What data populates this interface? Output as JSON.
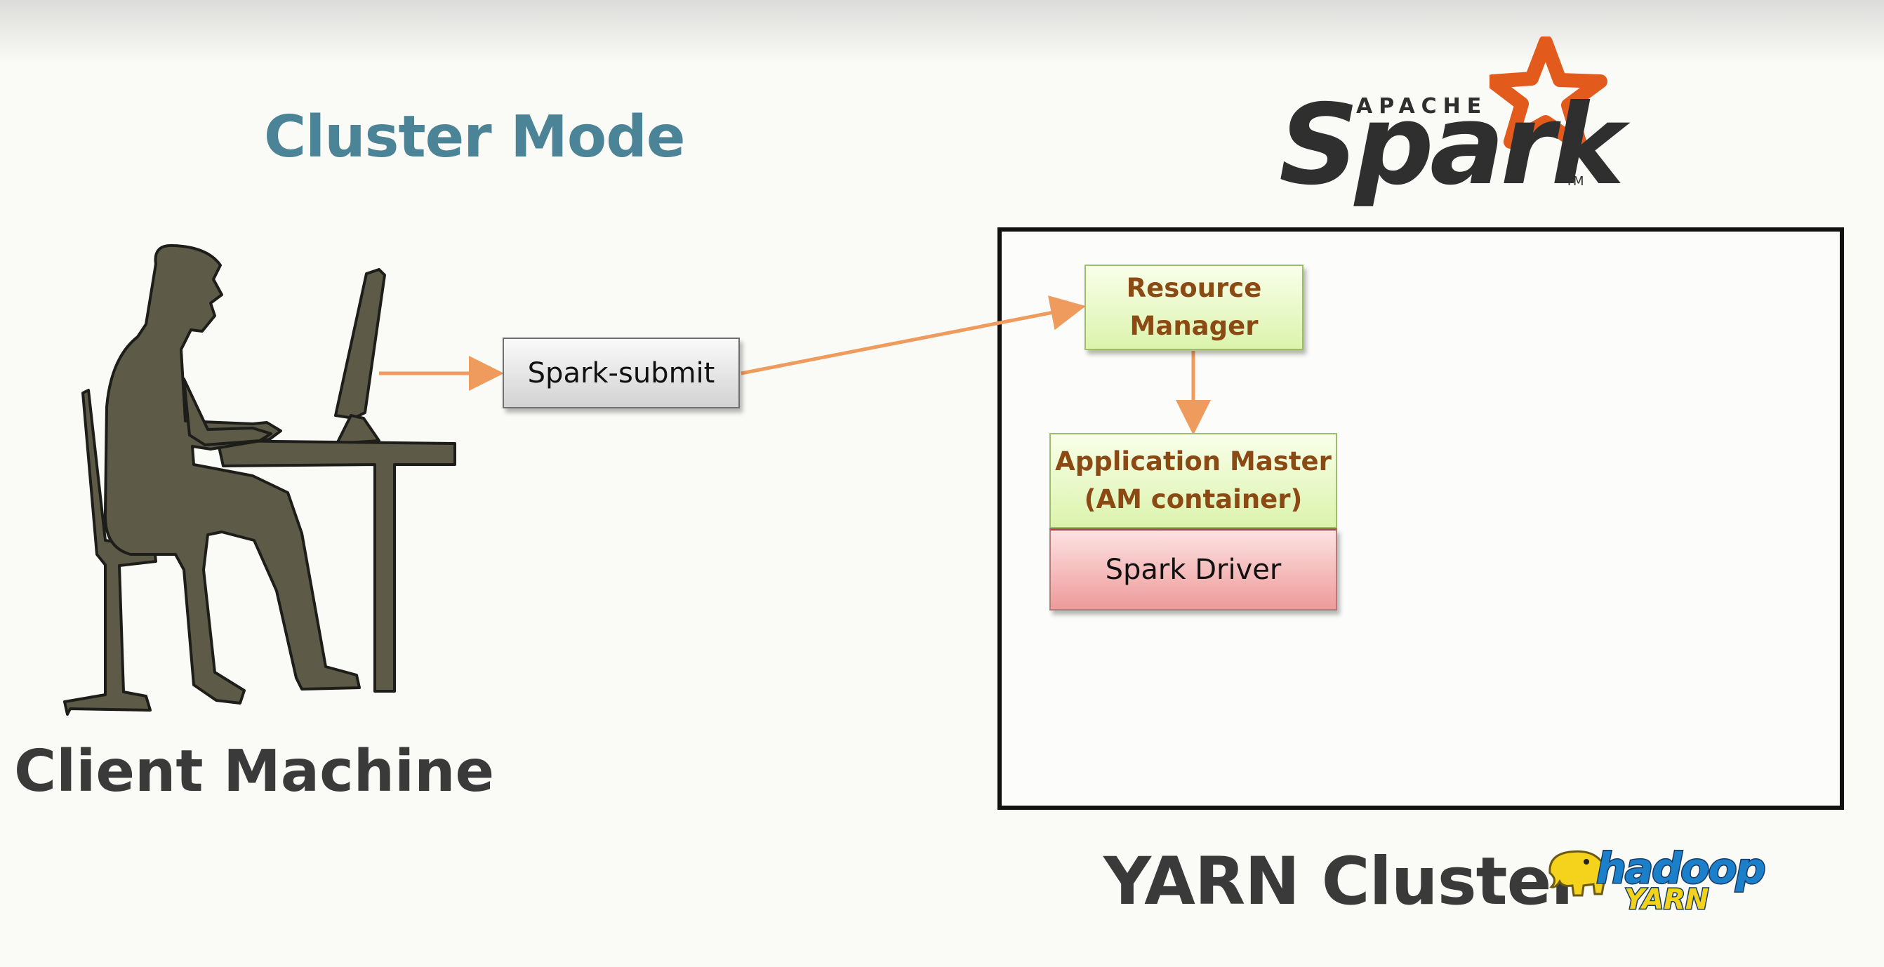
{
  "slide": {
    "title": "Cluster Mode",
    "client_caption": "Client Machine",
    "cluster_caption": "YARN Cluster"
  },
  "nodes": {
    "spark_submit": "Spark-submit",
    "resource_manager": "Resource\nManager",
    "application_master": "Application Master\n(AM container)",
    "spark_driver": "Spark Driver"
  },
  "logos": {
    "spark": {
      "apache": "APACHE",
      "word": "Spark",
      "tm": "TM",
      "star_color": "#e25a1c"
    },
    "hadoop_yarn": {
      "hadoop": "hadoop",
      "yarn": "YARN",
      "elephant_color": "#f5d31c"
    }
  },
  "colors": {
    "title": "#4a8496",
    "arrow": "#ee9b5d",
    "silhouette": "#5d5b47",
    "node_green": "#dbf3ad",
    "node_red": "#ee9a9a",
    "node_text": "#8b4a13"
  }
}
